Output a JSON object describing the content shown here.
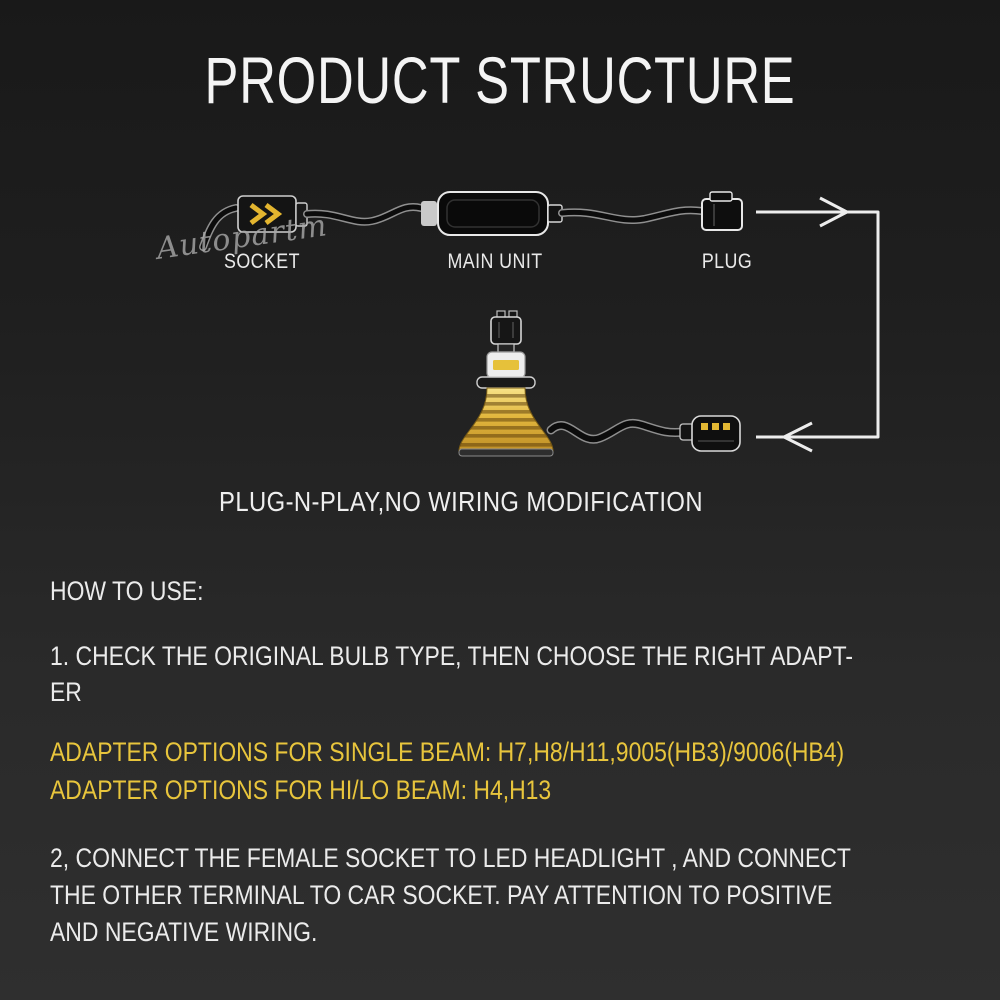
{
  "title": "PRODUCT STRUCTURE",
  "watermark": "Autopartm",
  "diagram": {
    "labels": {
      "socket": "SOCKET",
      "main_unit": "MAIN UNIT",
      "plug": "PLUG"
    },
    "caption": "PLUG-N-PLAY,NO WIRING MODIFICATION"
  },
  "instructions": {
    "heading": "HOW TO USE:",
    "step1_lines": [
      "1. CHECK THE ORIGINAL BULB TYPE, THEN CHOOSE THE RIGHT ADAPT-",
      "ER"
    ],
    "adapter_lines": [
      "ADAPTER OPTIONS FOR SINGLE BEAM: H7,H8/H11,9005(HB3)/9006(HB4)",
      "ADAPTER OPTIONS FOR HI/LO BEAM: H4,H13"
    ],
    "step2_lines": [
      "2, CONNECT THE FEMALE SOCKET TO LED HEADLIGHT , AND CONNECT",
      "THE OTHER TERMINAL TO CAR SOCKET. PAY ATTENTION TO POSITIVE",
      "AND NEGATIVE WIRING."
    ]
  },
  "colors": {
    "background_top": "#191919",
    "background_bottom": "#2f2f2f",
    "text": "#f0f0f0",
    "accent_yellow": "#e8c53c",
    "heatsink_gold": "#e2b73e"
  }
}
